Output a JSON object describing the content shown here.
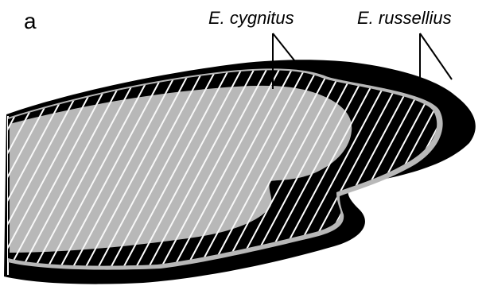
{
  "panel_label": "a",
  "labels": {
    "species_1": "E. cygnitus",
    "species_2": "E. russellius"
  },
  "colors": {
    "outer_outline": "#000000",
    "inner_fill": "#b8b8b8",
    "hatch": "#ffffff",
    "background": "#ffffff"
  }
}
